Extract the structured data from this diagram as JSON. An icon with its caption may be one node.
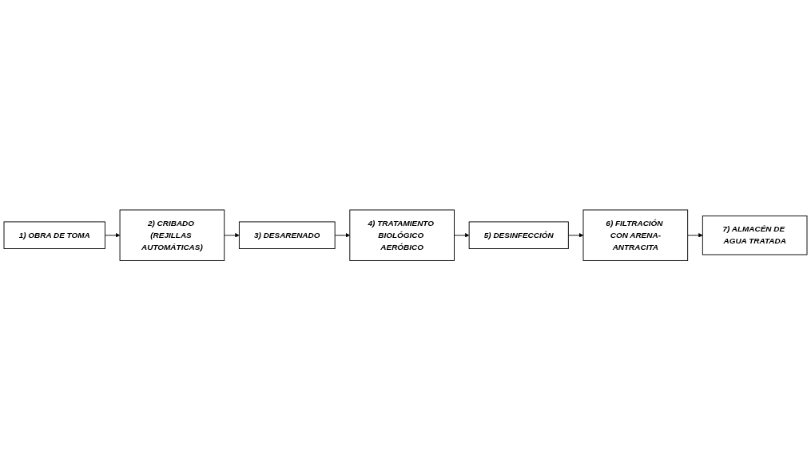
{
  "diagram": {
    "nodes": [
      {
        "text": [
          "1) OBRA DE TOMA"
        ]
      },
      {
        "text": [
          "2) CRIBADO (REJILLAS AUTOMÁTICAS)"
        ]
      },
      {
        "text": [
          "3) DESARENADO"
        ]
      },
      {
        "text": [
          "4) TRATAMIENTO BIOLÓGICO AERÓBICO"
        ]
      },
      {
        "text": [
          "5) DESINFECCIÓN"
        ]
      },
      {
        "text": [
          "6) FILTRACIÓN CON ARENA-ANTRACITA"
        ]
      },
      {
        "text": [
          "7) ALMACÉN DE AGUA TRATADA"
        ]
      }
    ],
    "edges": [
      {
        "from": 0,
        "to": 1,
        "arrow": "to"
      },
      {
        "from": 1,
        "to": 2,
        "arrow": "to"
      },
      {
        "from": 2,
        "to": 3,
        "arrow": "to"
      },
      {
        "from": 3,
        "to": 4,
        "arrow": "to"
      },
      {
        "from": 4,
        "to": 5,
        "arrow": "to"
      },
      {
        "from": 5,
        "to": 6,
        "arrow": "to"
      }
    ]
  }
}
